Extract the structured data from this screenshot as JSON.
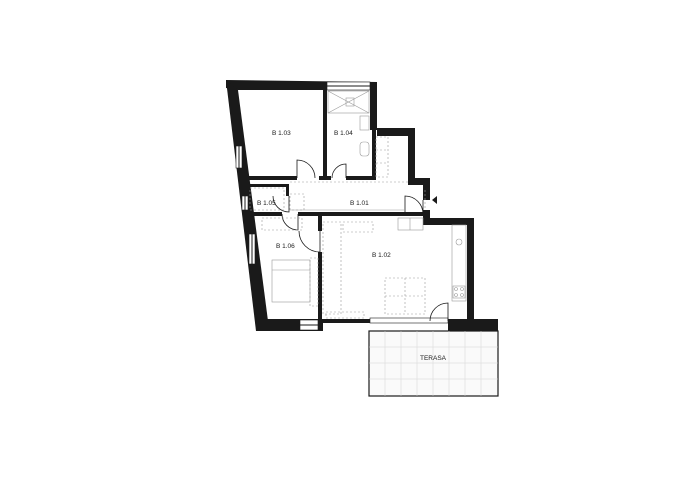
{
  "rooms": [
    {
      "id": "b103",
      "label": "B 1.03"
    },
    {
      "id": "b104",
      "label": "B 1.04"
    },
    {
      "id": "b105",
      "label": "B 1.05"
    },
    {
      "id": "b101",
      "label": "B 1.01"
    },
    {
      "id": "b106",
      "label": "B 1.06"
    },
    {
      "id": "b102",
      "label": "B 1.02"
    },
    {
      "id": "terasa",
      "label": "TERASA"
    }
  ],
  "icons": {
    "entrance": "entrance-arrow-icon"
  }
}
